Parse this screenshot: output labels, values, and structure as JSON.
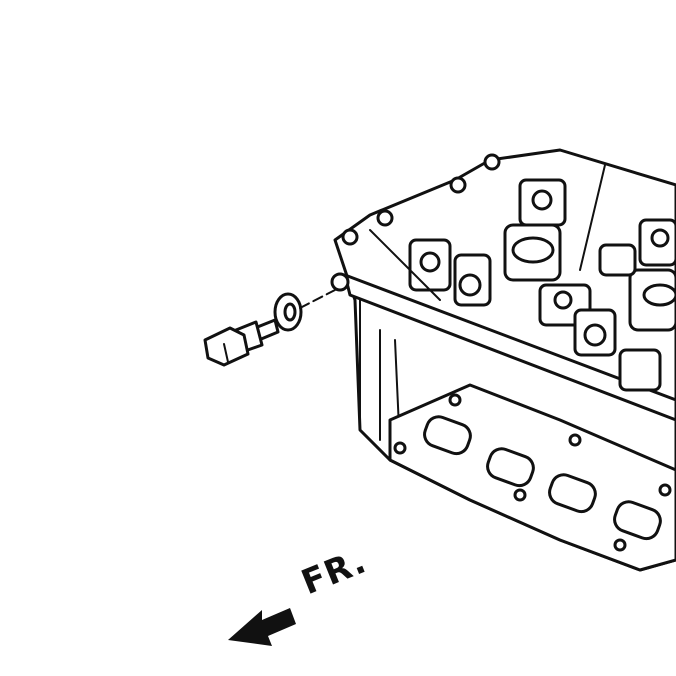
{
  "diagram": {
    "direction_label": "FR.",
    "line_color": "#111111",
    "background_color": "#ffffff",
    "parts": [
      "cylinder-head",
      "bolt",
      "washer"
    ]
  }
}
